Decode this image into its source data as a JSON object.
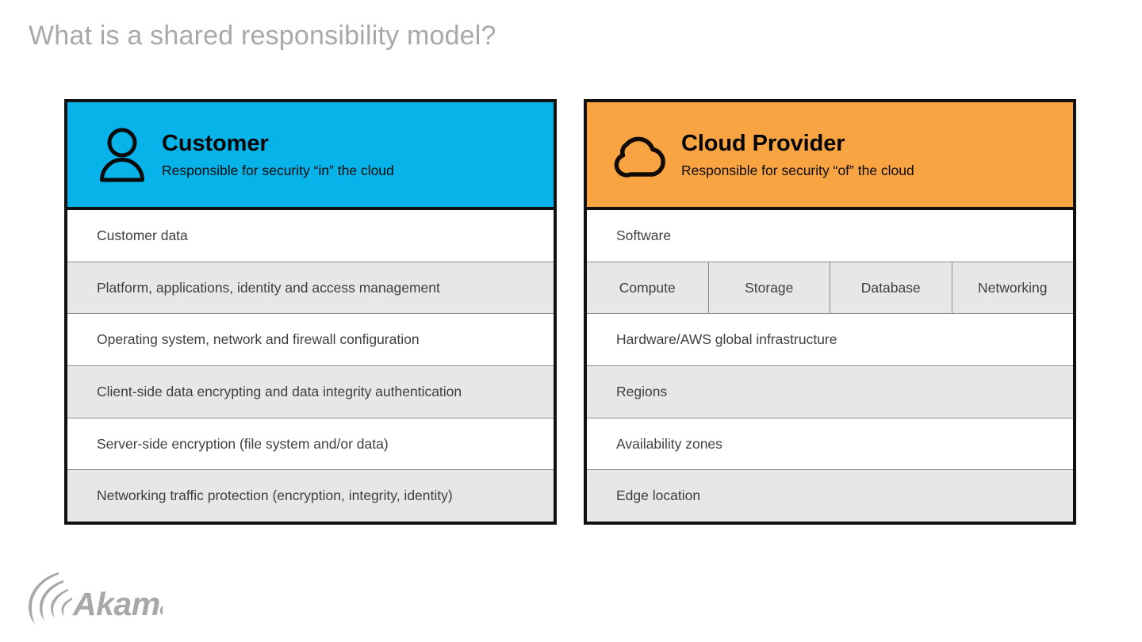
{
  "slide": {
    "title": "What is a shared responsibility model?",
    "title_color": "#a9a9a9",
    "background": "#ffffff",
    "logo_name": "Akamai",
    "logo_color": "#a8a8a8"
  },
  "panels": [
    {
      "id": "customer",
      "accent_color": "#07b3e8",
      "icon": "person-icon",
      "title": "Customer",
      "subtitle": "Responsible for security “in” the cloud",
      "rows": [
        {
          "label": "Customer data",
          "shaded": false
        },
        {
          "label": "Platform, applications, identity and access management",
          "shaded": true
        },
        {
          "label": "Operating system, network and firewall configuration",
          "shaded": false
        },
        {
          "label": "Client-side data encrypting and data integrity authentication",
          "shaded": true
        },
        {
          "label": "Server-side encryption (file system and/or data)",
          "shaded": false
        },
        {
          "label": "Networking traffic protection (encryption, integrity, identity)",
          "shaded": true
        }
      ]
    },
    {
      "id": "provider",
      "accent_color": "#f8a443",
      "icon": "cloud-icon",
      "title": "Cloud Provider",
      "subtitle": "Responsible for security “of” the cloud",
      "rows": [
        {
          "label": "Software",
          "shaded": false
        },
        {
          "shaded": true,
          "cells": [
            "Compute",
            "Storage",
            "Database",
            "Networking"
          ]
        },
        {
          "label": "Hardware/AWS global infrastructure",
          "shaded": false
        },
        {
          "label": "Regions",
          "shaded": true
        },
        {
          "label": "Availability zones",
          "shaded": false
        },
        {
          "label": "Edge location",
          "shaded": true
        }
      ]
    }
  ]
}
